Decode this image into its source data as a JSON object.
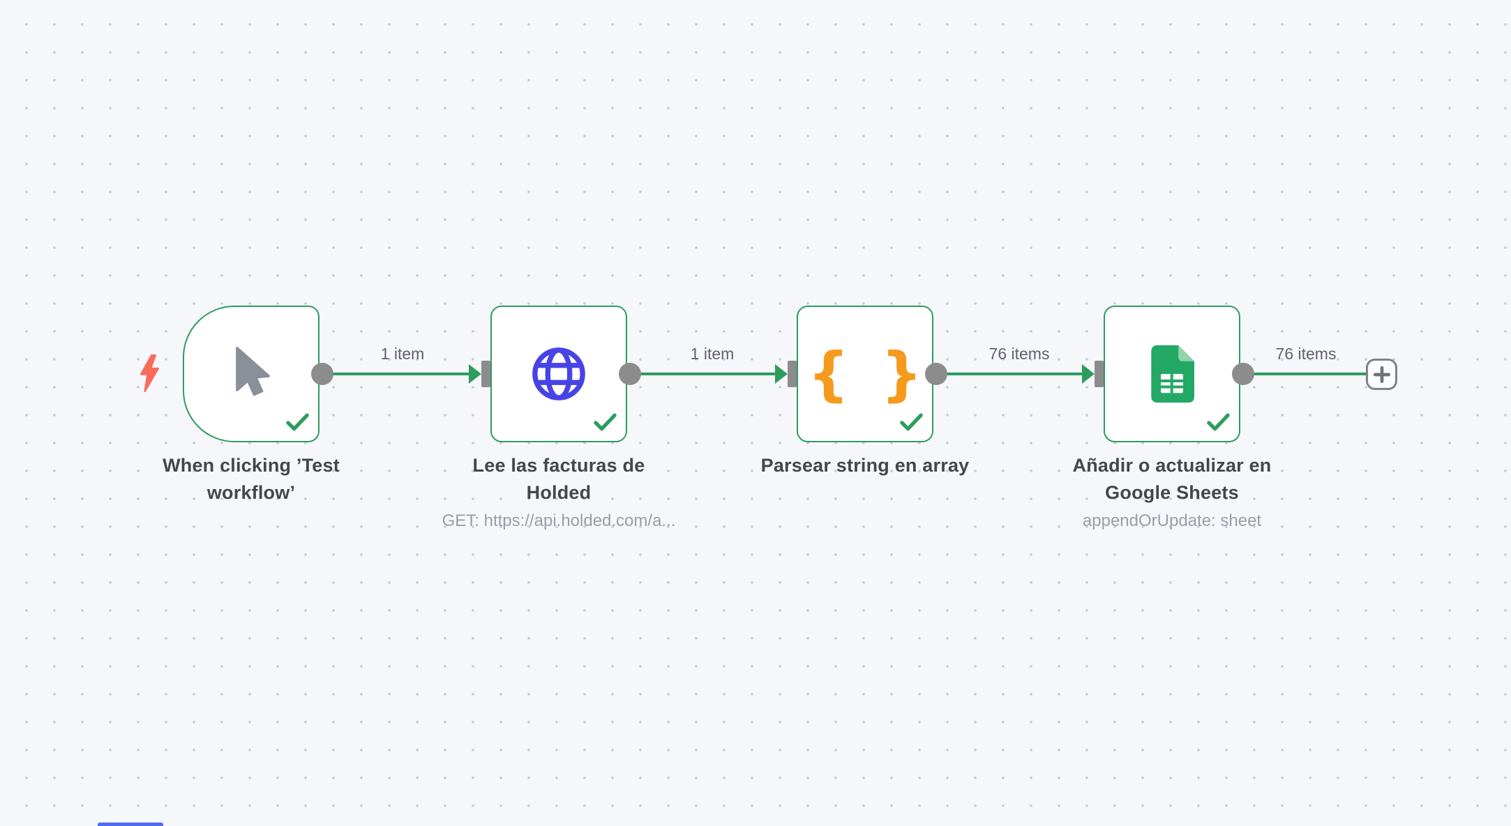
{
  "workflow": {
    "nodes": [
      {
        "name": "manual-trigger",
        "title": "When clicking ’Test workflow’",
        "subtitle": "",
        "status": "success"
      },
      {
        "name": "http-request",
        "title": "Lee las facturas de Holded",
        "subtitle": "GET: https://api.holded.com/a...",
        "status": "success"
      },
      {
        "name": "code",
        "title": "Parsear string en array",
        "subtitle": "",
        "status": "success"
      },
      {
        "name": "google-sheets",
        "title": "Añadir o actualizar en Google Sheets",
        "subtitle": "appendOrUpdate: sheet",
        "status": "success"
      }
    ],
    "connections": [
      {
        "from": "manual-trigger",
        "to": "http-request",
        "label": "1 item"
      },
      {
        "from": "http-request",
        "to": "code",
        "label": "1 item"
      },
      {
        "from": "code",
        "to": "google-sheets",
        "label": "76 items"
      },
      {
        "from": "google-sheets",
        "to": "add-node",
        "label": "76 items"
      }
    ],
    "icons": {
      "code_glyph": "{ }"
    },
    "colors": {
      "canvas_bg": "#f6f7fa",
      "success_green": "#2d9d5e",
      "connector_gray": "#8c8c8c",
      "trigger_bolt_red": "#f96c5a",
      "http_icon_blue": "#4743e6",
      "code_icon_orange": "#f59a1d",
      "sheets_icon_green": "#23a866",
      "title_text": "#42474d",
      "subtitle_text": "#989ea8"
    }
  }
}
